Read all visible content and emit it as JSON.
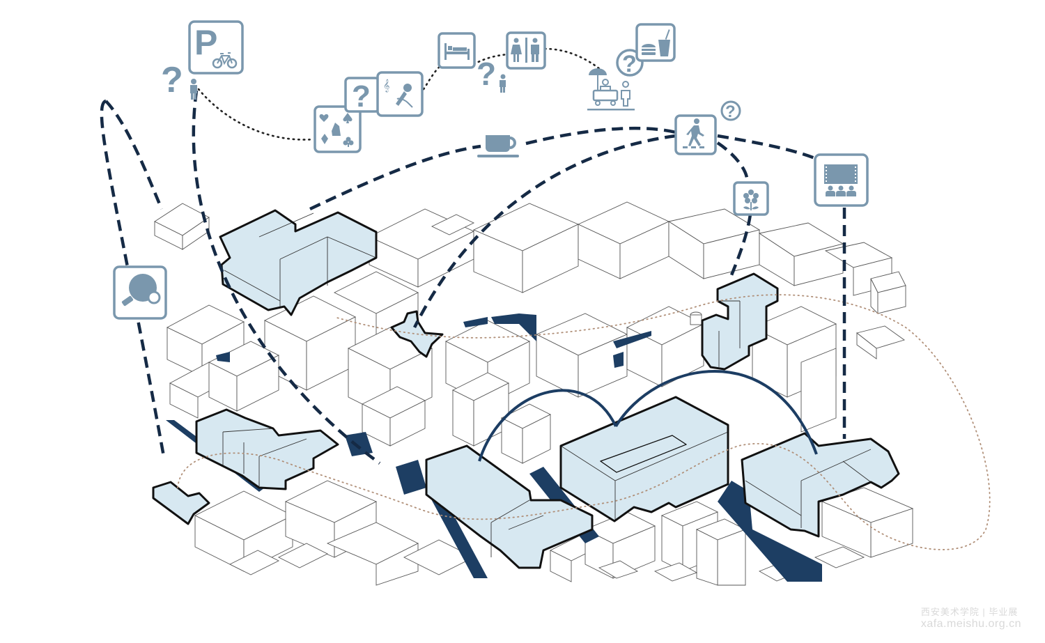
{
  "diagram": {
    "title": "Isometric urban block diagram with public-amenity icons and connection routes",
    "colors": {
      "icon": "#7a97ad",
      "highlight_fill": "#d7e8f1",
      "street_shadow": "#1d3e63",
      "dashed_link": "#152a45",
      "arc": "#1c3d63",
      "route_dotted": "#b08f78"
    },
    "icons": [
      {
        "id": "parking-bicycle",
        "label": "P"
      },
      {
        "id": "question-person-1",
        "label": "?"
      },
      {
        "id": "card-games"
      },
      {
        "id": "question-box",
        "label": "?"
      },
      {
        "id": "karaoke-microphone"
      },
      {
        "id": "hotel-bed"
      },
      {
        "id": "question-person-2",
        "label": "?"
      },
      {
        "id": "restroom"
      },
      {
        "id": "food-cart-vendor"
      },
      {
        "id": "question-circle-1",
        "label": "?"
      },
      {
        "id": "fast-food"
      },
      {
        "id": "coffee-cup"
      },
      {
        "id": "pedestrian-crossing"
      },
      {
        "id": "question-circle-2",
        "label": "?"
      },
      {
        "id": "flower-garden"
      },
      {
        "id": "cinema"
      },
      {
        "id": "table-tennis"
      }
    ],
    "highlighted_buildings": [
      "northwest-block",
      "west-L-block",
      "southwest-pavilion",
      "central-small-cross",
      "northeast-tower",
      "south-central-slab",
      "courtyard-block",
      "east-L-block"
    ]
  },
  "watermark": {
    "line1": "西安美术学院 | 毕业展",
    "line2": "xafa.meishu.org.cn"
  }
}
